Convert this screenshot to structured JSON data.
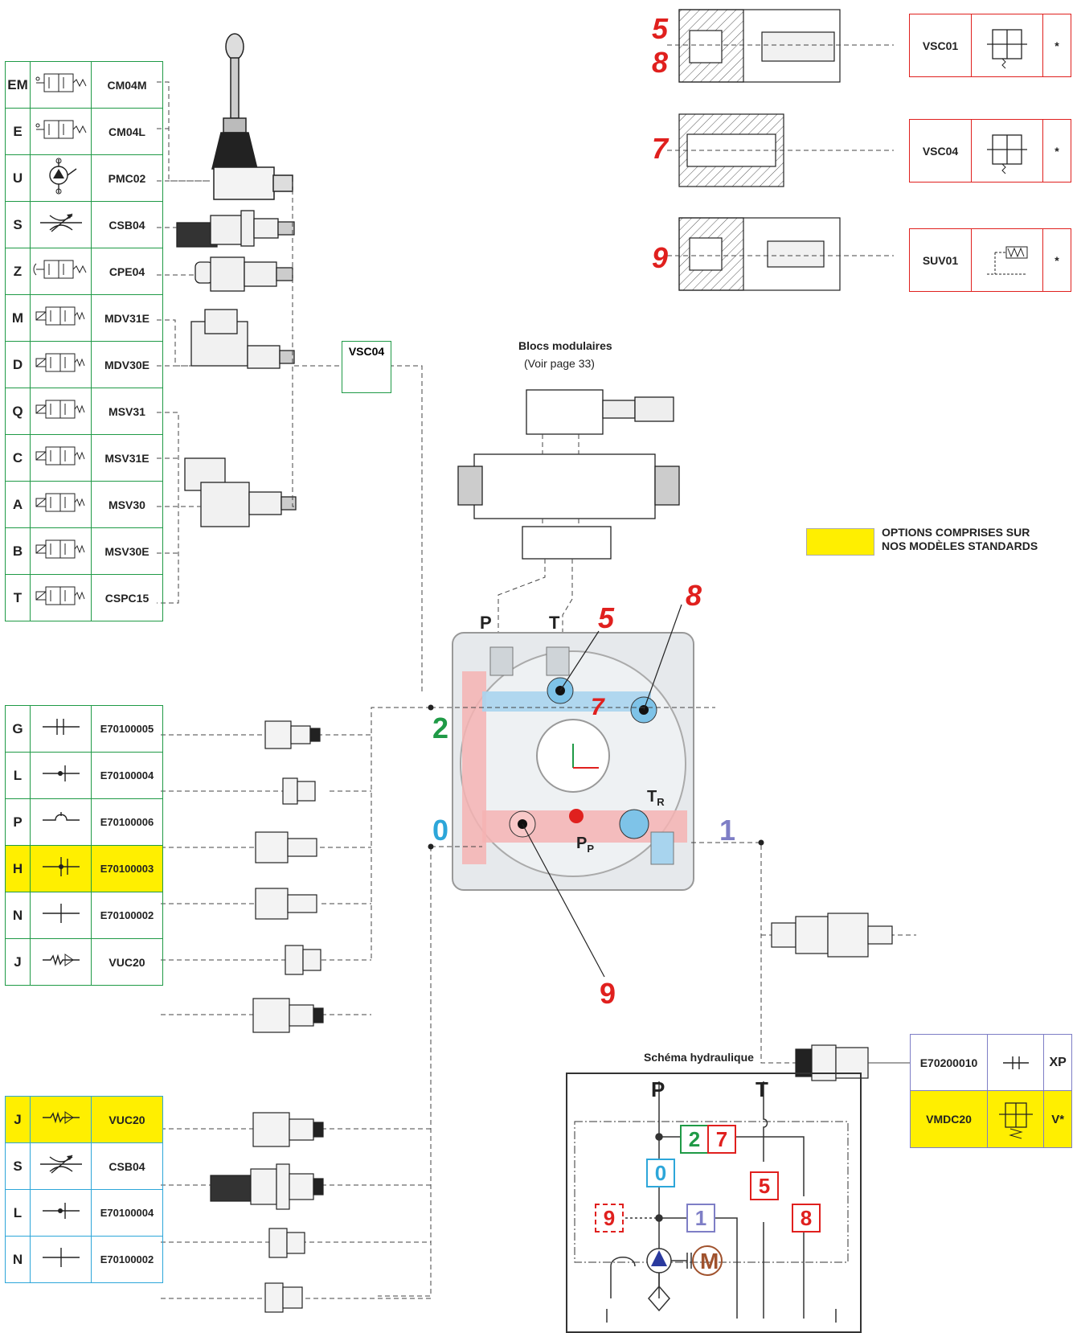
{
  "colors": {
    "green": "#1f9a46",
    "red": "#e0201e",
    "blue": "#2da6d9",
    "purple": "#7e7ec6",
    "yellow": "#ffef00"
  },
  "top_options": [
    {
      "numbers": [
        "5",
        "8"
      ],
      "code": "VSC01",
      "star": "*"
    },
    {
      "numbers": [
        "7"
      ],
      "code": "VSC04",
      "star": "*"
    },
    {
      "numbers": [
        "9"
      ],
      "code": "SUV01",
      "star": "*"
    }
  ],
  "left_table": [
    {
      "code": "EM",
      "name": "CM04M",
      "icon": "manual-lever-valve-icon"
    },
    {
      "code": "E",
      "name": "CM04L",
      "icon": "manual-lever-valve-icon"
    },
    {
      "code": "U",
      "name": "PMC02",
      "icon": "hand-pump-icon"
    },
    {
      "code": "S",
      "name": "CSB04",
      "icon": "flow-control-icon"
    },
    {
      "code": "Z",
      "name": "CPE04",
      "icon": "push-button-valve-icon"
    },
    {
      "code": "M",
      "name": "MDV31E",
      "icon": "solenoid-valve-icon"
    },
    {
      "code": "D",
      "name": "MDV30E",
      "icon": "solenoid-valve-icon"
    },
    {
      "code": "Q",
      "name": "MSV31",
      "icon": "solenoid-valve-icon"
    },
    {
      "code": "C",
      "name": "MSV31E",
      "icon": "solenoid-valve-icon"
    },
    {
      "code": "A",
      "name": "MSV30",
      "icon": "solenoid-valve-icon"
    },
    {
      "code": "B",
      "name": "MSV30E",
      "icon": "solenoid-valve-icon"
    },
    {
      "code": "T",
      "name": "CSPC15",
      "icon": "solenoid-valve-icon"
    }
  ],
  "vsc04_tag": "VSC04",
  "blocs": {
    "title": "Blocs modulaires",
    "subtitle": "(Voir page 33)"
  },
  "legend": {
    "line1": "OPTIONS COMPRISES SUR",
    "line2": "NOS MODÈLES STANDARDS"
  },
  "port_labels": {
    "p": "P",
    "t": "T",
    "n5": "5",
    "n8": "8",
    "n7": "7",
    "n2": "2",
    "n0": "0",
    "n1": "1",
    "n9": "9",
    "tr": "T",
    "tr_sub": "R",
    "pp": "P",
    "pp_sub": "P"
  },
  "middle_table": [
    {
      "code": "G",
      "name": "E70100005",
      "yellow": false
    },
    {
      "code": "L",
      "name": "E70100004",
      "yellow": false
    },
    {
      "code": "P",
      "name": "E70100006",
      "yellow": false
    },
    {
      "code": "H",
      "name": "E70100003",
      "yellow": true
    },
    {
      "code": "N",
      "name": "E70100002",
      "yellow": false
    },
    {
      "code": "J",
      "name": "VUC20",
      "yellow": false
    }
  ],
  "bottom_table": [
    {
      "code": "J",
      "name": "VUC20",
      "yellow": true
    },
    {
      "code": "S",
      "name": "CSB04",
      "yellow": false
    },
    {
      "code": "L",
      "name": "E70100004",
      "yellow": false
    },
    {
      "code": "N",
      "name": "E70100002",
      "yellow": false
    }
  ],
  "right_options": [
    {
      "name": "E70200010",
      "code": "XP",
      "yellow": false
    },
    {
      "name": "VMDC20",
      "code": "V*",
      "yellow": true
    }
  ],
  "schema": {
    "title": "Schéma hydraulique",
    "p": "P",
    "t": "T",
    "boxes": {
      "b2": "2",
      "b7": "7",
      "b0": "0",
      "b5": "5",
      "b9": "9",
      "b1": "1",
      "b8": "8"
    },
    "motor": "M"
  }
}
